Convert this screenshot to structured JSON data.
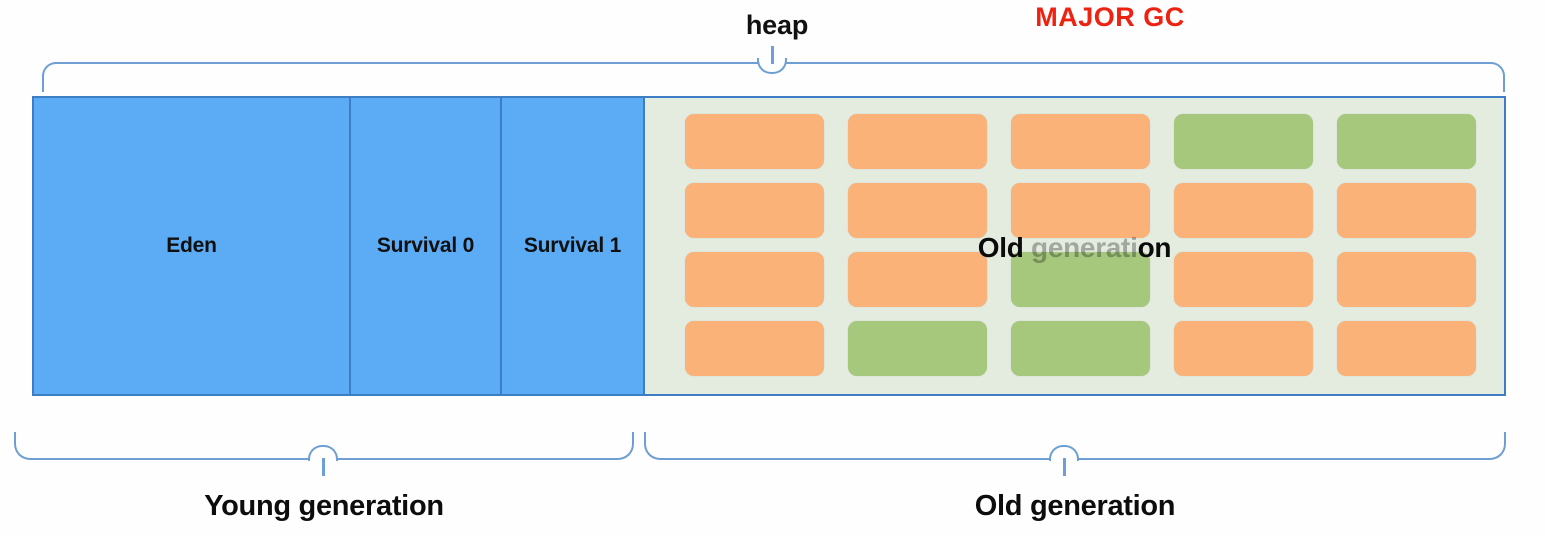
{
  "diagram": {
    "title_top": "heap",
    "alert_label": "MAJOR GC",
    "alert_color": "#ee2211"
  },
  "heap": {
    "young": {
      "label": "Young generation",
      "cells": [
        {
          "label": "Eden"
        },
        {
          "label": "Survival 0"
        },
        {
          "label": "Survival 1"
        }
      ]
    },
    "old": {
      "label": "Old generation",
      "overlay_label": "Old generation",
      "overlay_head": "Old",
      "overlay_faded": " generati",
      "overlay_tail": "on",
      "legend": {
        "live_color": "#fbb279",
        "dead_color": "#a6c87c"
      },
      "grid": {
        "rows": 4,
        "columns": 5,
        "blocks": [
          [
            "live",
            "live",
            "live",
            "dead",
            "dead"
          ],
          [
            "live",
            "live",
            "live",
            "live",
            "live"
          ],
          [
            "live",
            "live",
            "dead",
            "live",
            "live"
          ],
          [
            "live",
            "dead",
            "dead",
            "live",
            "live"
          ]
        ]
      }
    }
  },
  "colors": {
    "young_fill": "#5cabf5",
    "young_border": "#3d7dc4",
    "old_fill": "#e4ece0",
    "brace": "#6d9fd4"
  }
}
